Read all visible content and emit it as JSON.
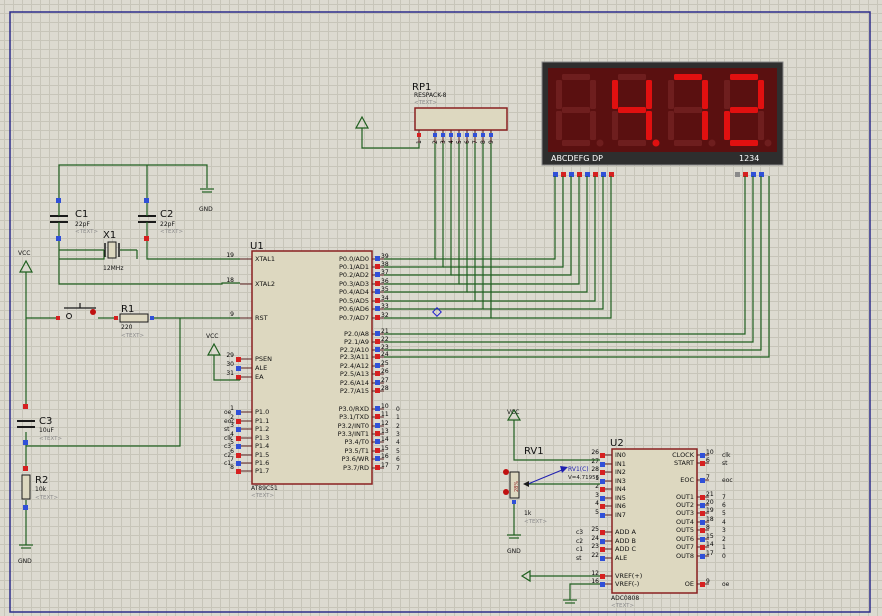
{
  "display": {
    "digits": [
      "4",
      "7",
      "2"
    ],
    "dp_after_digit": 1,
    "value_text": "4.72",
    "pin_labels": "ABCDEFG  DP",
    "digit_labels": "1234",
    "segment_color": "#e01010",
    "bg_color": "#5a1010"
  },
  "rp1": {
    "ref": "RP1",
    "value": "RESPACK-8",
    "text": "<TEXT>",
    "pins": [
      "1",
      "2",
      "3",
      "4",
      "5",
      "6",
      "7",
      "8",
      "9"
    ]
  },
  "u1": {
    "ref": "U1",
    "part": "AT89C51",
    "text": "<TEXT>",
    "left_pins": [
      {
        "n": "19",
        "l": "XTAL1"
      },
      {
        "n": "18",
        "l": "XTAL2"
      },
      {
        "n": "9",
        "l": "RST"
      },
      {
        "n": "29",
        "l": "PSEN"
      },
      {
        "n": "30",
        "l": "ALE"
      },
      {
        "n": "31",
        "l": "EA"
      },
      {
        "n": "1",
        "l": "P1.0"
      },
      {
        "n": "2",
        "l": "P1.1"
      },
      {
        "n": "3",
        "l": "P1.2"
      },
      {
        "n": "4",
        "l": "P1.3"
      },
      {
        "n": "5",
        "l": "P1.4"
      },
      {
        "n": "6",
        "l": "P1.5"
      },
      {
        "n": "7",
        "l": "P1.6"
      },
      {
        "n": "8",
        "l": "P1.7"
      }
    ],
    "right_pins": [
      {
        "n": "39",
        "l": "P0.0/AD0"
      },
      {
        "n": "38",
        "l": "P0.1/AD1"
      },
      {
        "n": "37",
        "l": "P0.2/AD2"
      },
      {
        "n": "36",
        "l": "P0.3/AD3"
      },
      {
        "n": "35",
        "l": "P0.4/AD4"
      },
      {
        "n": "34",
        "l": "P0.5/AD5"
      },
      {
        "n": "33",
        "l": "P0.6/AD6"
      },
      {
        "n": "32",
        "l": "P0.7/AD7"
      },
      {
        "n": "21",
        "l": "P2.0/A8"
      },
      {
        "n": "22",
        "l": "P2.1/A9"
      },
      {
        "n": "23",
        "l": "P2.2/A10"
      },
      {
        "n": "24",
        "l": "P2.3/A11"
      },
      {
        "n": "25",
        "l": "P2.4/A12"
      },
      {
        "n": "26",
        "l": "P2.5/A13"
      },
      {
        "n": "27",
        "l": "P2.6/A14"
      },
      {
        "n": "28",
        "l": "P2.7/A15"
      },
      {
        "n": "10",
        "l": "P3.0/RXD"
      },
      {
        "n": "11",
        "l": "P3.1/TXD"
      },
      {
        "n": "12",
        "l": "P3.2/INT0"
      },
      {
        "n": "13",
        "l": "P3.3/INT1"
      },
      {
        "n": "14",
        "l": "P3.4/T0"
      },
      {
        "n": "15",
        "l": "P3.5/T1"
      },
      {
        "n": "16",
        "l": "P3.6/WR"
      },
      {
        "n": "17",
        "l": "P3.7/RD"
      }
    ],
    "p1_nets": [
      "oe",
      "eoc",
      "st",
      "clk",
      "c3",
      "c2",
      "c1"
    ],
    "p3_nets": [
      "0",
      "1",
      "2",
      "3",
      "4",
      "5",
      "6",
      "7"
    ]
  },
  "u2": {
    "ref": "U2",
    "part": "ADC0808",
    "text": "<TEXT>",
    "left_pins": [
      {
        "n": "26",
        "l": "IN0"
      },
      {
        "n": "27",
        "l": "IN1"
      },
      {
        "n": "28",
        "l": "IN2"
      },
      {
        "n": "1",
        "l": "IN3"
      },
      {
        "n": "2",
        "l": "IN4"
      },
      {
        "n": "3",
        "l": "IN5"
      },
      {
        "n": "4",
        "l": "IN6"
      },
      {
        "n": "5",
        "l": "IN7"
      },
      {
        "n": "25",
        "l": "ADD A"
      },
      {
        "n": "24",
        "l": "ADD B"
      },
      {
        "n": "23",
        "l": "ADD C"
      },
      {
        "n": "22",
        "l": "ALE"
      },
      {
        "n": "12",
        "l": "VREF(+)"
      },
      {
        "n": "16",
        "l": "VREF(-)"
      }
    ],
    "right_pins": [
      {
        "n": "10",
        "l": "CLOCK"
      },
      {
        "n": "6",
        "l": "START"
      },
      {
        "n": "7",
        "l": "EOC"
      },
      {
        "n": "21",
        "l": "OUT1"
      },
      {
        "n": "20",
        "l": "OUT2"
      },
      {
        "n": "19",
        "l": "OUT3"
      },
      {
        "n": "18",
        "l": "OUT4"
      },
      {
        "n": "8",
        "l": "OUT5"
      },
      {
        "n": "15",
        "l": "OUT6"
      },
      {
        "n": "14",
        "l": "OUT7"
      },
      {
        "n": "17",
        "l": "OUT8"
      },
      {
        "n": "9",
        "l": "OE"
      }
    ],
    "left_nets": [
      "c3",
      "c2",
      "c1",
      "st"
    ],
    "right_nets": [
      "clk",
      "st",
      "eoc",
      "7",
      "6",
      "5",
      "4",
      "3",
      "2",
      "1",
      "0",
      "oe"
    ]
  },
  "c1": {
    "ref": "C1",
    "value": "22pF",
    "text": "<TEXT>"
  },
  "c2": {
    "ref": "C2",
    "value": "22pF",
    "text": "<TEXT>"
  },
  "c3": {
    "ref": "C3",
    "value": "10uF",
    "text": "<TEXT>"
  },
  "x1": {
    "ref": "X1",
    "value": "12MHz",
    "text": "<TEXT>"
  },
  "r1": {
    "ref": "R1",
    "value": "220",
    "text": "<TEXT>"
  },
  "r2": {
    "ref": "R2",
    "value": "10k",
    "text": "<TEXT>"
  },
  "rv1": {
    "ref": "RV1",
    "value": "1k",
    "text": "<TEXT>",
    "pct": "28%",
    "probe": "RV1(C)",
    "probe_value": "V=4.71956"
  },
  "power": {
    "vcc": "VCC",
    "gnd": "GND"
  }
}
